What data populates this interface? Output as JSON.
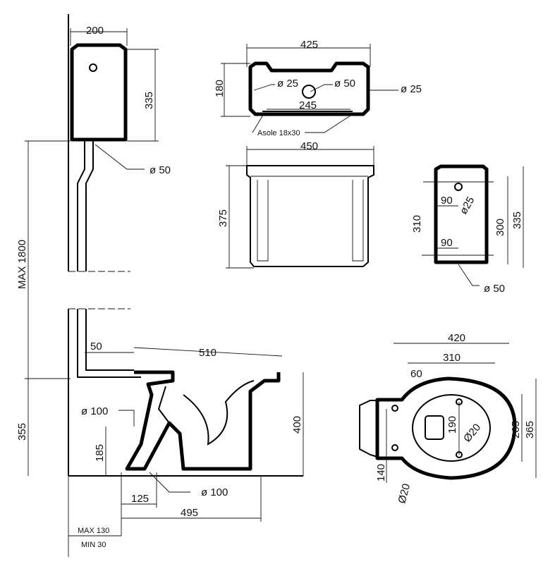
{
  "tank_side": {
    "width": "200",
    "height": "335",
    "outlet": "ø 50"
  },
  "tank_top": {
    "width": "425",
    "depth": "180",
    "hole_left": "ø 25",
    "hole_center": "ø 50",
    "hole_right": "ø 25",
    "slot_spacing": "245",
    "slots": "Asole 18x30"
  },
  "tank_front": {
    "width": "450",
    "height": "375"
  },
  "tank_section": {
    "inlet_offset": "90",
    "inlet_dia": "ø25",
    "inlet_height": "310",
    "inner_height": "300",
    "outer_height": "335",
    "outlet_offset": "90",
    "outlet_dia": "ø 50"
  },
  "overall": {
    "max_height": "MAX 1800",
    "bowl_height_total": "355"
  },
  "bowl_side": {
    "inlet_offset": "50",
    "length": "510",
    "inlet_dia": "ø 100",
    "outlet_height": "185",
    "height": "400",
    "outlet_dia": "ø 100",
    "outlet_offset": "125",
    "depth": "495",
    "max_wall": "MAX 130",
    "min_wall": "MIN 30"
  },
  "bowl_plan": {
    "width": "420",
    "inner": "310",
    "offset": "60",
    "hole_spacing": "190",
    "hole_dia": "Ø20",
    "seat_width": "265",
    "total_width": "365",
    "fixing_spacing": "140",
    "fixing_dia": "Ø20"
  }
}
